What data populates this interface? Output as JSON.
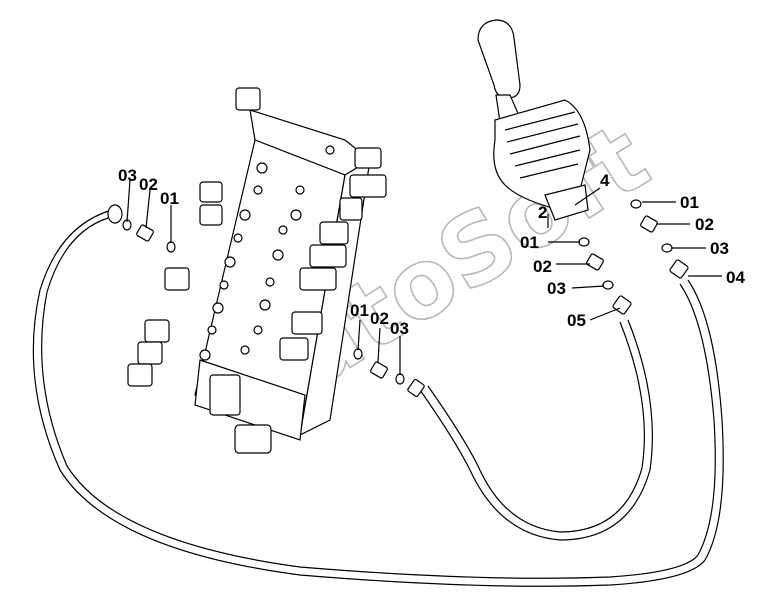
{
  "watermark": "AutoSoft",
  "callouts": [
    {
      "id": "c-left-03",
      "text": "03"
    },
    {
      "id": "c-left-02",
      "text": "02"
    },
    {
      "id": "c-left-01",
      "text": "01"
    },
    {
      "id": "c-mid-01",
      "text": "01"
    },
    {
      "id": "c-mid-02",
      "text": "02"
    },
    {
      "id": "c-mid-03",
      "text": "03"
    },
    {
      "id": "c-4",
      "text": "4"
    },
    {
      "id": "c-2",
      "text": "2"
    },
    {
      "id": "c-r-01",
      "text": "01"
    },
    {
      "id": "c-r-02",
      "text": "02"
    },
    {
      "id": "c-r-03",
      "text": "03"
    },
    {
      "id": "c-r-04",
      "text": "04"
    },
    {
      "id": "c-l-01",
      "text": "01"
    },
    {
      "id": "c-l-02",
      "text": "02"
    },
    {
      "id": "c-l-03",
      "text": "03"
    },
    {
      "id": "c-05",
      "text": "05"
    }
  ]
}
